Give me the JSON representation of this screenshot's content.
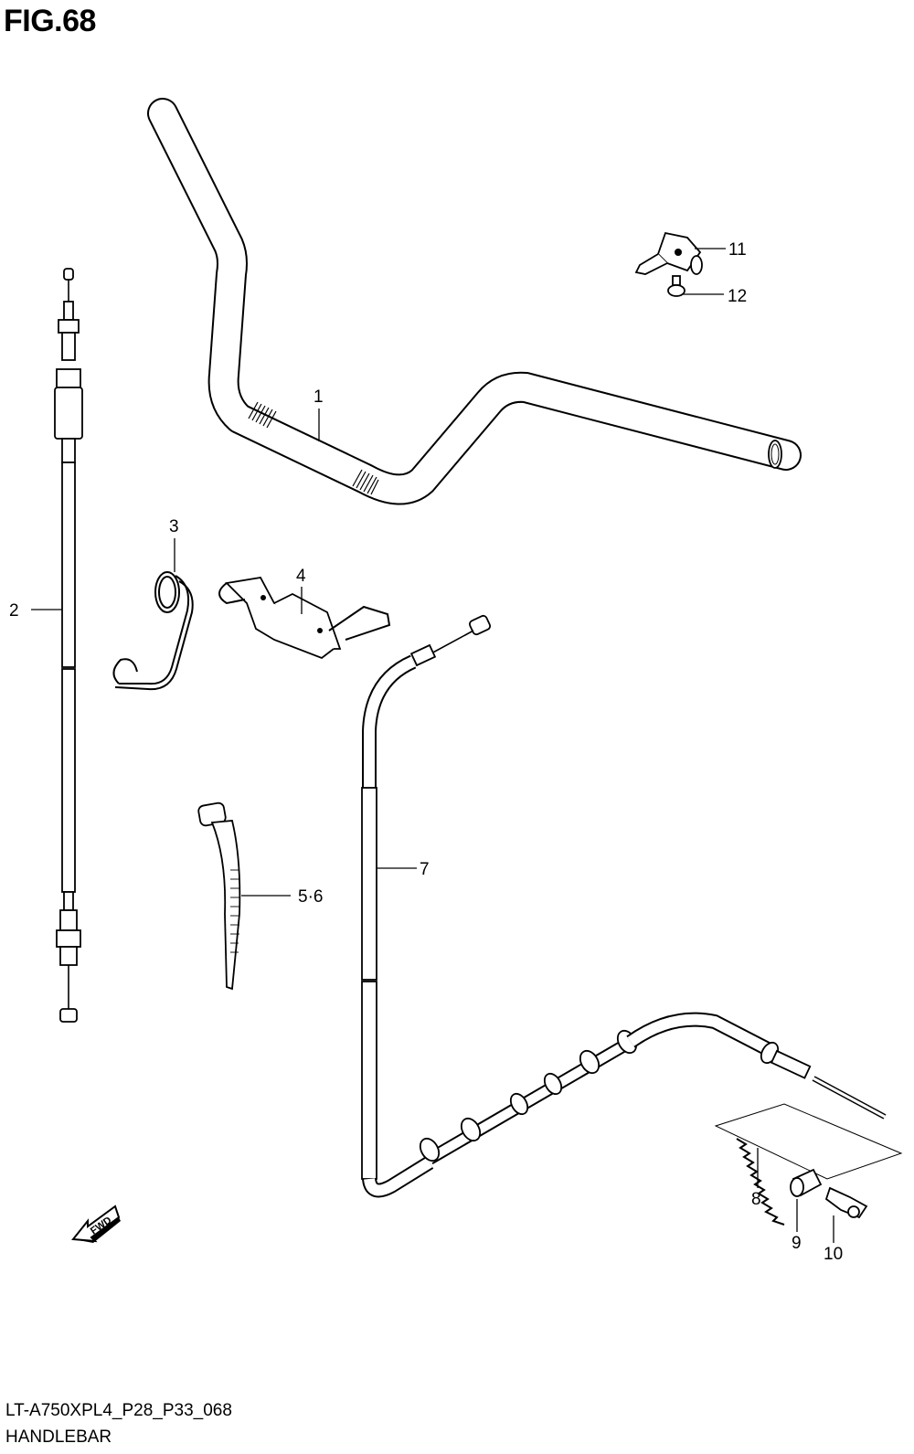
{
  "figure": {
    "title": "FIG.68",
    "model_code": "LT-A750XPL4_P28_P33_068",
    "section_name": "HANDLEBAR"
  },
  "direction_marker": {
    "text": "FWD",
    "icon": "fwd-arrow-icon"
  },
  "callouts": [
    {
      "id": "1",
      "part": "handlebar"
    },
    {
      "id": "2",
      "part": "throttle-cable"
    },
    {
      "id": "3",
      "part": "spring-clip"
    },
    {
      "id": "4",
      "part": "cable-clamp"
    },
    {
      "id": "5·6",
      "part": "cable-tie"
    },
    {
      "id": "7",
      "part": "brake-cable"
    },
    {
      "id": "8",
      "part": "spring"
    },
    {
      "id": "9",
      "part": "joint"
    },
    {
      "id": "10",
      "part": "nut"
    },
    {
      "id": "11",
      "part": "switch-bracket"
    },
    {
      "id": "12",
      "part": "screw"
    }
  ]
}
